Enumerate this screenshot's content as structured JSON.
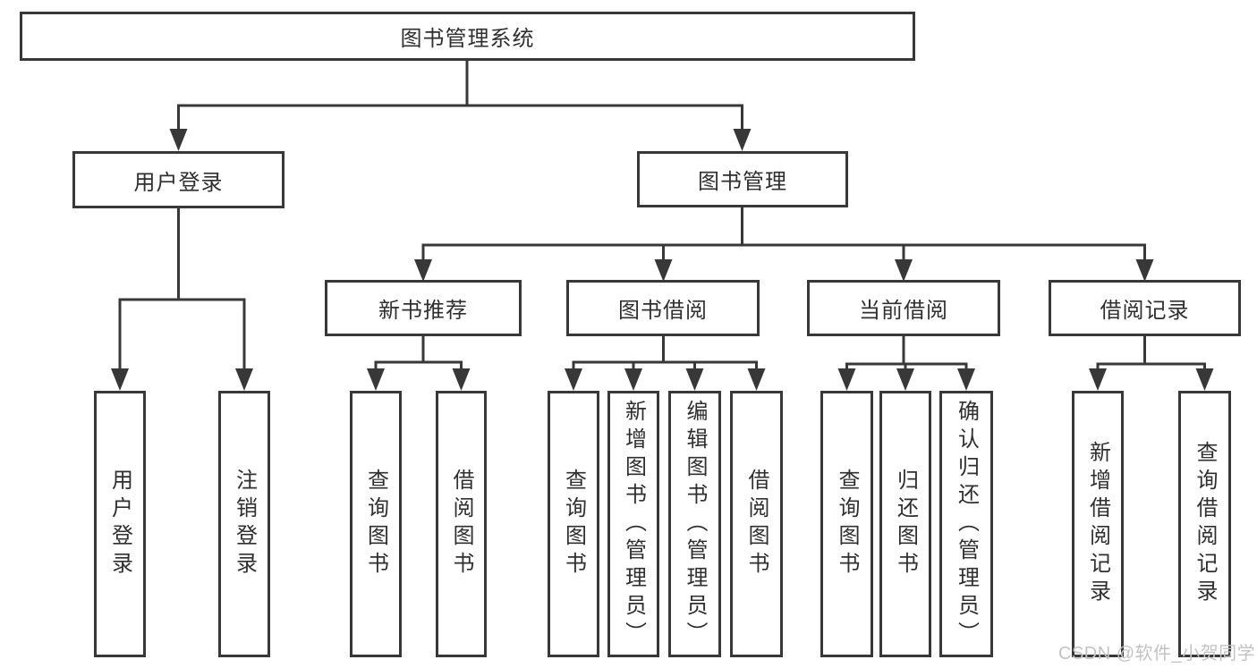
{
  "diagram_title": "图书管理系统",
  "nodes": {
    "root": {
      "label": "图书管理系统"
    },
    "user_login": {
      "label": "用户登录"
    },
    "book_mgmt": {
      "label": "图书管理"
    },
    "new_book_rec": {
      "label": "新书推荐"
    },
    "book_borrow": {
      "label": "图书借阅"
    },
    "current_borrow": {
      "label": "当前借阅"
    },
    "borrow_record": {
      "label": "借阅记录"
    },
    "ul_login": {
      "label": "用户登录"
    },
    "ul_logout": {
      "label": "注销登录"
    },
    "nb_query": {
      "label": "查询图书"
    },
    "nb_borrow": {
      "label": "借阅图书"
    },
    "bb_query": {
      "label": "查询图书"
    },
    "bb_add": {
      "label": "新增图书（管理员）"
    },
    "bb_edit": {
      "label": "编辑图书（管理员）"
    },
    "bb_borrow": {
      "label": "借阅图书"
    },
    "cb_query": {
      "label": "查询图书"
    },
    "cb_return": {
      "label": "归还图书"
    },
    "cb_confirm": {
      "label": "确认归还（管理员）"
    },
    "br_add": {
      "label": "新增借阅记录"
    },
    "br_query": {
      "label": "查询借阅记录"
    }
  },
  "hierarchy": {
    "root": [
      "user_login",
      "book_mgmt"
    ],
    "user_login": [
      "ul_login",
      "ul_logout"
    ],
    "book_mgmt": [
      "new_book_rec",
      "book_borrow",
      "current_borrow",
      "borrow_record"
    ],
    "new_book_rec": [
      "nb_query",
      "nb_borrow"
    ],
    "book_borrow": [
      "bb_query",
      "bb_add",
      "bb_edit",
      "bb_borrow"
    ],
    "current_borrow": [
      "cb_query",
      "cb_return",
      "cb_confirm"
    ],
    "borrow_record": [
      "br_add",
      "br_query"
    ]
  },
  "watermark": "CSDN @软件_小贺同学",
  "colors": {
    "line": "#383838",
    "text": "#2f2f2f",
    "background": "#ffffff",
    "watermark": "#c3c3c3"
  }
}
